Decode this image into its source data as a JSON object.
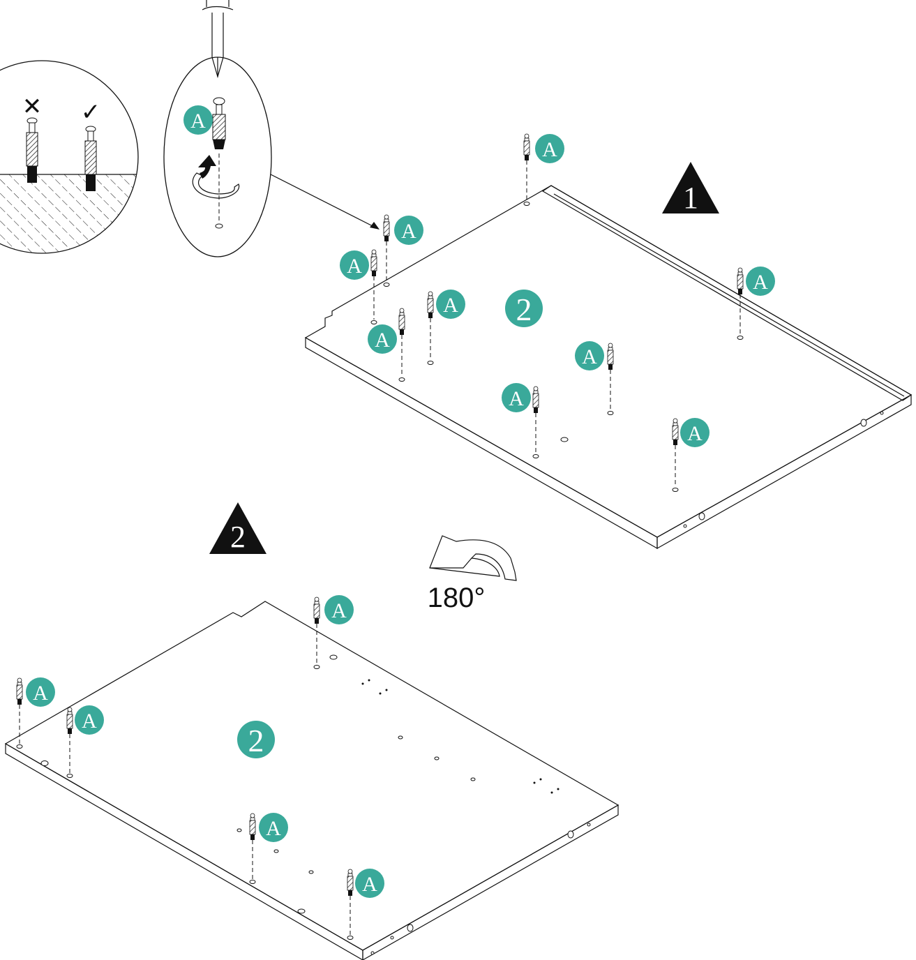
{
  "steps": [
    {
      "number": "1",
      "panel_label": "2"
    },
    {
      "number": "2",
      "panel_label": "2"
    }
  ],
  "part_label": "A",
  "rotation_label": "180°",
  "detail": {
    "wrong_mark": "✕",
    "right_mark": "✓"
  },
  "colors": {
    "badge": "#3aa99a",
    "step_triangle": "#111111",
    "line": "#111111"
  },
  "icons": [
    "screwdriver-icon",
    "rotate-arrow-icon",
    "cam-bolt-icon",
    "flip-arrow-icon"
  ]
}
